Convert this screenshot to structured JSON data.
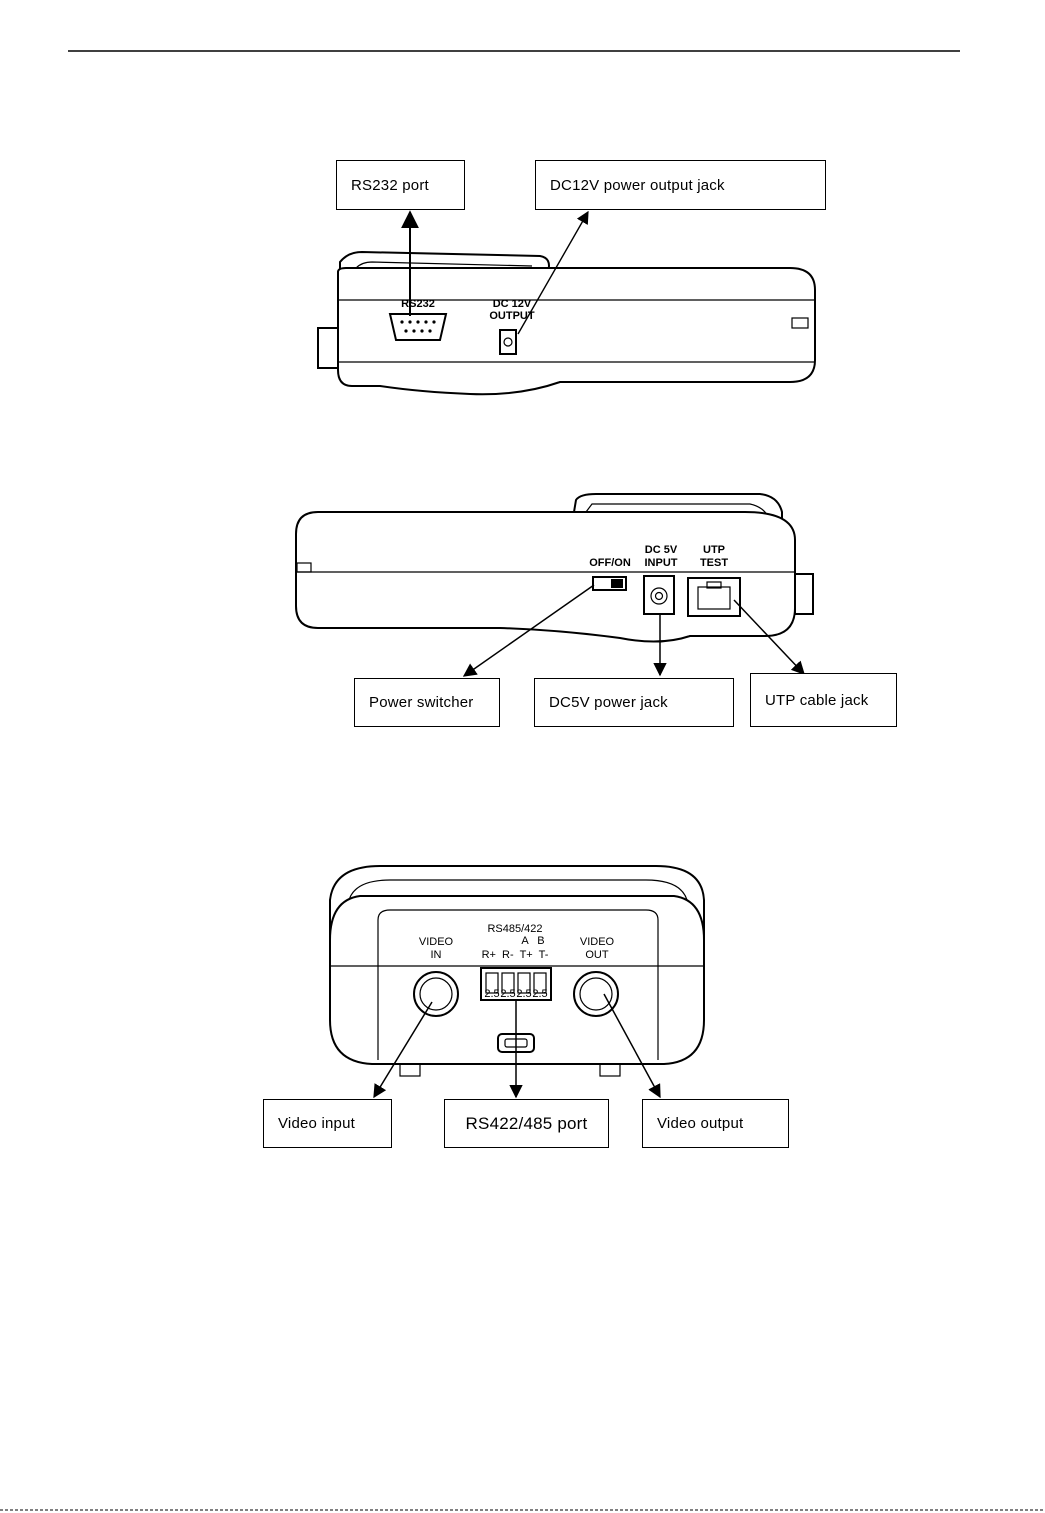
{
  "callouts": {
    "rs232_port": "RS232 port",
    "dc12v_jack": "DC12V power output jack",
    "power_switcher": "Power switcher",
    "dc5v_jack": "DC5V power jack",
    "utp_jack": "UTP cable jack",
    "video_input": "Video input",
    "rs422_port": "RS422/485 port",
    "video_output": "Video output"
  },
  "device_labels": {
    "rs232": "RS232",
    "dc12v_line1": "DC 12V",
    "dc12v_line2": "OUTPUT",
    "offon": "OFF/ON",
    "dc5v_line1": "DC 5V",
    "dc5v_line2": "INPUT",
    "utp_line1": "UTP",
    "utp_line2": "TEST",
    "rs485_title": "RS485/422",
    "rs485_ab": "A   B",
    "rs485_pins": "R+  R-  T+  T-",
    "pin_value": "2.5",
    "video_in_line1": "VIDEO",
    "video_in_line2": "IN",
    "video_out_line1": "VIDEO",
    "video_out_line2": "OUT"
  }
}
